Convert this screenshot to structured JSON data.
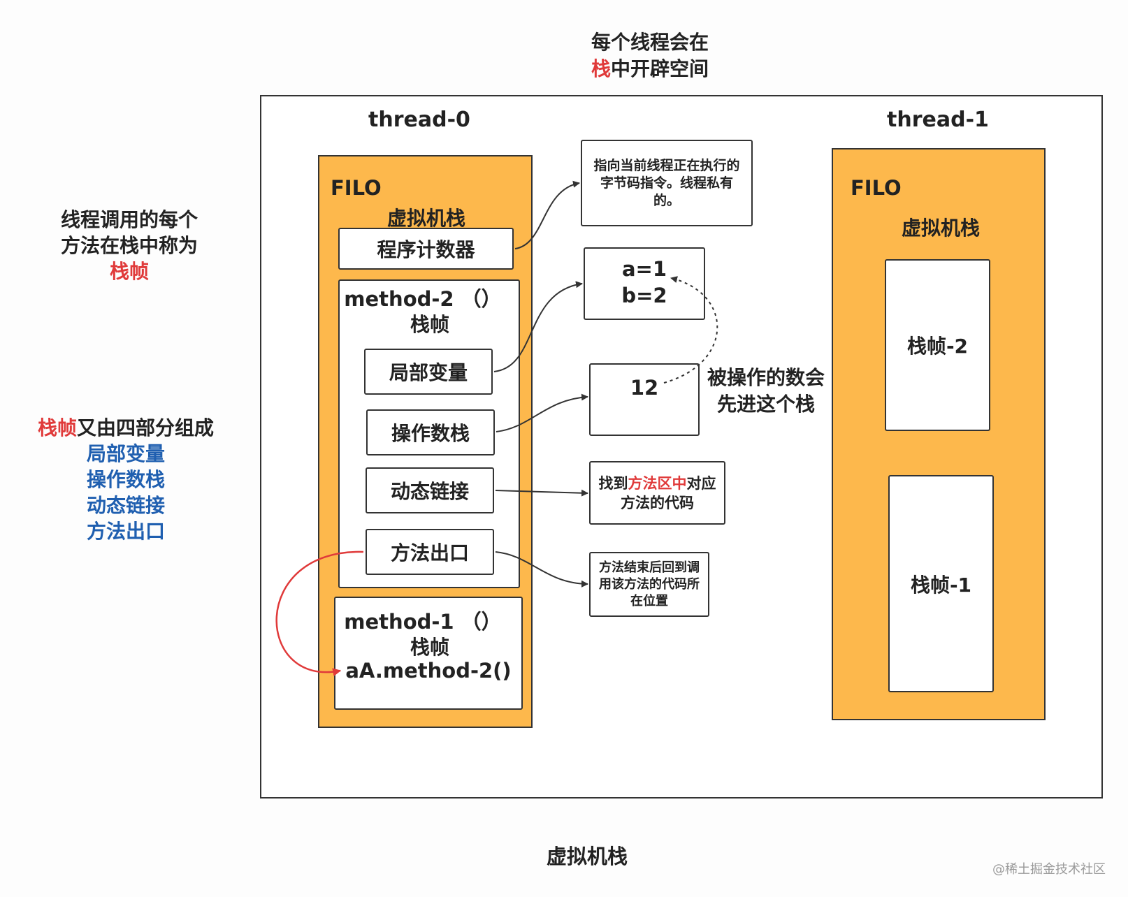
{
  "top_note": {
    "line1": "每个线程会在",
    "red": "栈",
    "rest": "中开辟空间"
  },
  "left_note_1": {
    "line1": "线程调用的每个",
    "line2": "方法在栈中称为",
    "line3": "栈帧"
  },
  "left_note_2": {
    "red": "栈帧",
    "rest": "又由四部分组成",
    "items": [
      "局部变量",
      "操作数栈",
      "动态链接",
      "方法出口"
    ]
  },
  "thread0": {
    "title": "thread-0",
    "filo": "FILO",
    "stack_label": "虚拟机栈",
    "pc": "程序计数器",
    "method2": {
      "title": "method-2 （）",
      "subtitle": "栈帧",
      "local_vars": "局部变量",
      "operand_stack": "操作数栈",
      "dynamic_link": "动态链接",
      "method_exit": "方法出口"
    },
    "method1": {
      "title": "method-1 （）",
      "subtitle": "栈帧",
      "call": "aA.method-2()"
    }
  },
  "thread1": {
    "title": "thread-1",
    "filo": "FILO",
    "stack_label": "虚拟机栈",
    "frame2": "栈帧-2",
    "frame1": "栈帧-1"
  },
  "notes": {
    "pc_note": "指向当前线程正在执行的字节码指令。线程私有的。",
    "vars_line1": "a=1",
    "vars_line2": "b=2",
    "operand_value": "12",
    "operand_note_line1": "被操作的数会",
    "operand_note_line2": "先进这个栈",
    "link_note_a": "找到",
    "link_note_red": "方法区中",
    "link_note_b": "对应方法的代码",
    "exit_note": "方法结束后回到调用该方法的代码所在位置"
  },
  "bottom_label": "虚拟机栈",
  "watermark": "@稀土掘金技术社区",
  "colors": {
    "orange": "#fdb84c",
    "red": "#e03a3a",
    "blue": "#1f5fb0"
  }
}
